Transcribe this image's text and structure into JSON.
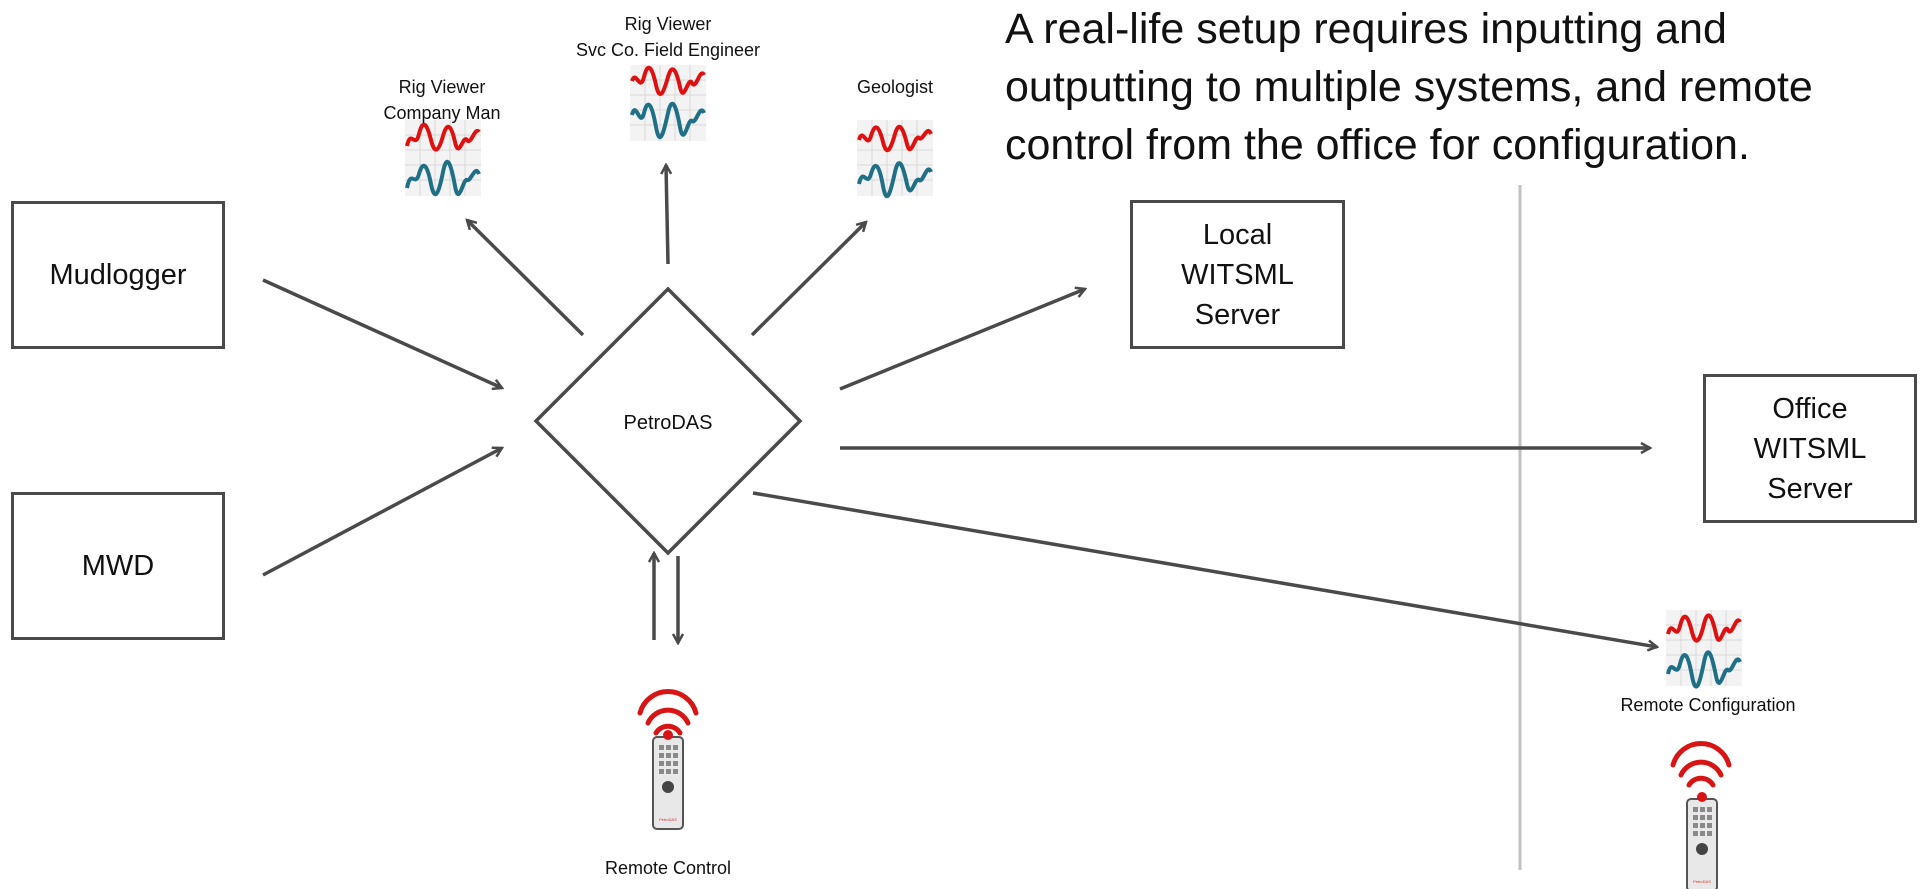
{
  "headline": {
    "line1": "A real-life setup requires inputting and",
    "line2": "outputting to multiple systems, and remote",
    "line3": "control from the office for configuration."
  },
  "inputs": {
    "mudlogger": "Mudlogger",
    "mwd": "MWD"
  },
  "hub": {
    "label": "PetroDAS"
  },
  "local_server": {
    "line1": "Local",
    "line2": "WITSML",
    "line3": "Server"
  },
  "office_server": {
    "line1": "Office",
    "line2": "WITSML",
    "line3": "Server"
  },
  "viewers": {
    "company_man": {
      "line1": "Rig Viewer",
      "line2": "Company Man"
    },
    "field_engineer": {
      "line1": "Rig Viewer",
      "line2": "Svc Co. Field Engineer"
    },
    "geologist": {
      "line1": "Geologist"
    }
  },
  "remote_control": {
    "label": "Remote Control",
    "brand": "PetroDAS"
  },
  "remote_configuration": {
    "label": "Remote Configuration",
    "brand": "PetroDAS"
  },
  "colors": {
    "line": "#4a4a4a",
    "wave_red": "#e01010",
    "wave_teal": "#1f6f86",
    "divider": "#c0c0c0",
    "signal": "#d81515"
  },
  "icons": [
    "chart-icon",
    "wireless-signal-icon",
    "remote-control-icon",
    "arrow-icon"
  ]
}
